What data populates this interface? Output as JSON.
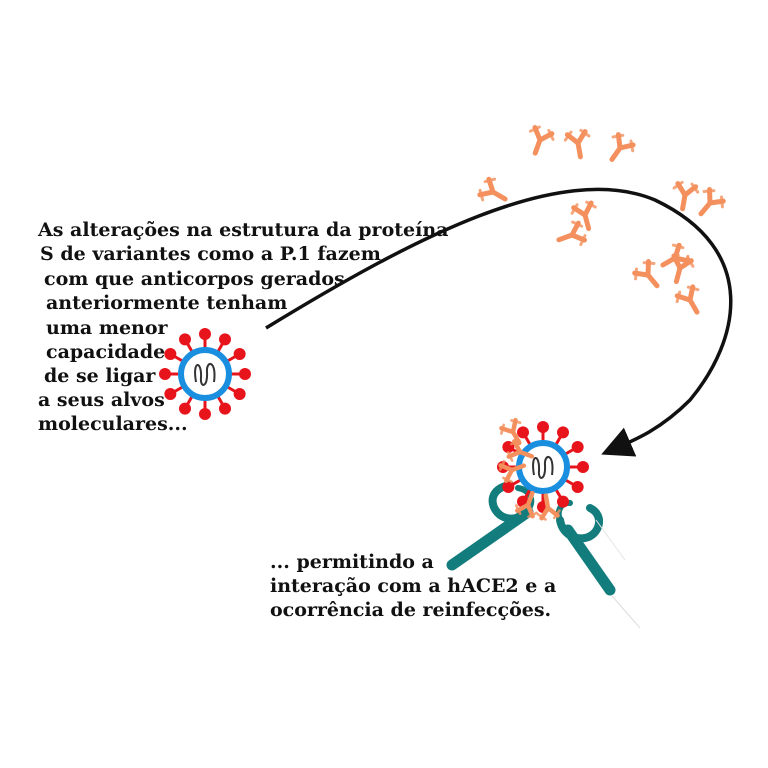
{
  "text_left": [
    "As alterações na estrutura da proteína",
    "S de variantes como a P.1 fazem",
    "com que anticorpos gerados",
    "anteriormente tenham",
    "uma menor",
    "capacidade",
    "de se ligar",
    "a seus alvos",
    "moleculares..."
  ],
  "text_bottom": [
    "... permitindo a",
    "interação com a hACE2 e a",
    "ocorrência de reinfecções."
  ],
  "colors": {
    "antibody": "#f4905d",
    "spike": "#e8141c",
    "membrane": "#1a8fe0",
    "receptor": "#137c7c",
    "arrow": "#111111"
  },
  "icons": {
    "virus": "virus-icon",
    "antibody": "antibody-icon",
    "receptor": "hace2-receptor-icon",
    "arrow": "curved-arrow-icon"
  }
}
